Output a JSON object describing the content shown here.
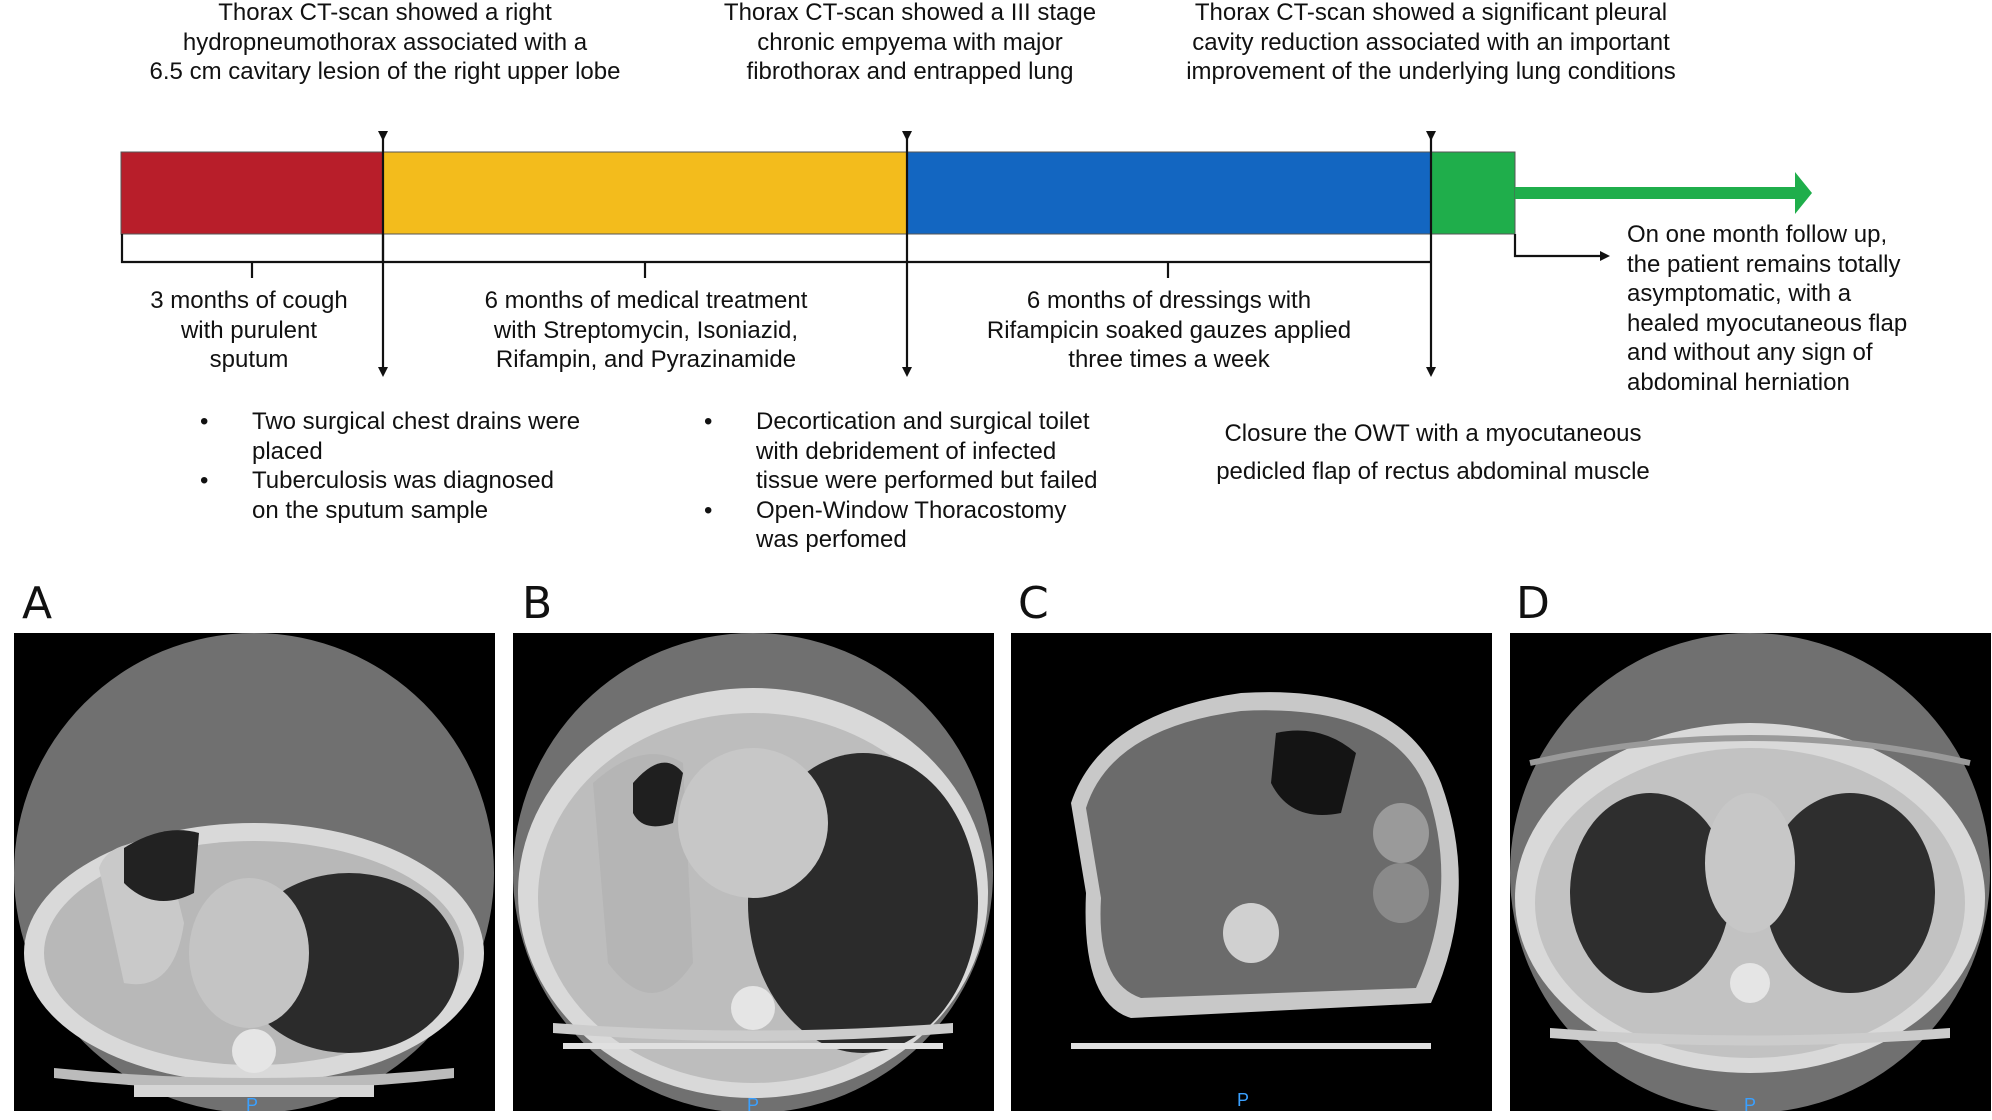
{
  "colors": {
    "phase1": "#b81e2a",
    "phase2": "#f3bc1c",
    "phase3": "#1366c1",
    "phase4": "#1fae4b",
    "arrow": "#1fae4b"
  },
  "top_labels": [
    [
      "Thorax CT-scan showed a right",
      "hydropneumothorax associated with a",
      "6.5 cm cavitary lesion of the right upper lobe"
    ],
    [
      "Thorax CT-scan showed a III stage",
      "chronic empyema with major",
      "fibrothorax and entrapped lung"
    ],
    [
      "Thorax CT-scan showed a significant pleural",
      "cavity reduction associated with an important",
      "improvement of the underlying lung conditions"
    ]
  ],
  "durations": [
    [
      "3 months of cough",
      "with purulent",
      "sputum"
    ],
    [
      "6 months of medical treatment",
      "with Streptomycin, Isoniazid,",
      "Rifampin, and Pyrazinamide"
    ],
    [
      "6 months of dressings with",
      "Rifampicin soaked gauzes applied",
      "three times a week"
    ]
  ],
  "follow_up": [
    "On one month follow up,",
    "the patient remains totally",
    "asymptomatic, with a",
    "healed myocutaneous flap",
    "and without any sign of",
    "abdominal herniation"
  ],
  "events": {
    "first": [
      [
        "Two surgical chest drains were",
        "placed"
      ],
      [
        "Tuberculosis was diagnosed",
        "on the sputum sample"
      ]
    ],
    "second": [
      [
        "Decortication and surgical toilet",
        "with debridement of infected",
        "tissue were performed but failed"
      ],
      [
        "Open-Window Thoracostomy",
        "was perfomed"
      ]
    ],
    "third": [
      "Closure the OWT with a myocutaneous",
      "pedicled flap of rectus abdominal muscle"
    ]
  },
  "panels": [
    {
      "label": "A",
      "marker": "P"
    },
    {
      "label": "B",
      "marker": "P"
    },
    {
      "label": "C",
      "marker": "P"
    },
    {
      "label": "D",
      "marker": "P"
    }
  ]
}
